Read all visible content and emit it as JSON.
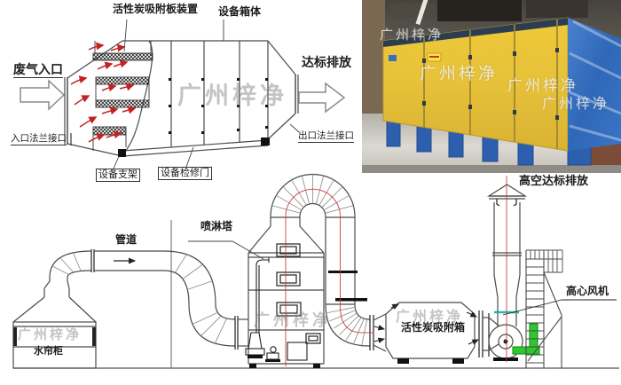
{
  "schematic": {
    "labels": {
      "carbon_plate_device": "活性炭吸附板装置",
      "equipment_box": "设备箱体",
      "waste_gas_inlet": "废气入口",
      "inlet_flange": "入口法兰接口",
      "discharge": "达标排放",
      "outlet_flange": "出口法兰接口",
      "support": "设备支架",
      "maintenance_door": "设备检修门"
    },
    "watermark": "广州梓净"
  },
  "photo": {
    "watermarks": [
      "广州梓净",
      "广州梓净",
      "广州梓净",
      "广州梓净"
    ]
  },
  "flow": {
    "labels": {
      "pipe": "管道",
      "spray_tower": "喷淋塔",
      "water_curtain": "水帘柜",
      "high_discharge": "高空达标排放",
      "fan": "高心风机",
      "carbon_box": "活性炭吸附箱"
    },
    "watermarks": [
      "广州梓净",
      "广州梓净",
      "广州梓净"
    ]
  },
  "colors": {
    "line": "#4b4b4b",
    "airflow_red": "#c22222",
    "centerline_red": "#cc3333",
    "equipment_yellow": "#e9c53c",
    "base_blue": "#2d5fae",
    "motor_green": "#2ec82e",
    "fan_teal": "#2fb5ad"
  }
}
